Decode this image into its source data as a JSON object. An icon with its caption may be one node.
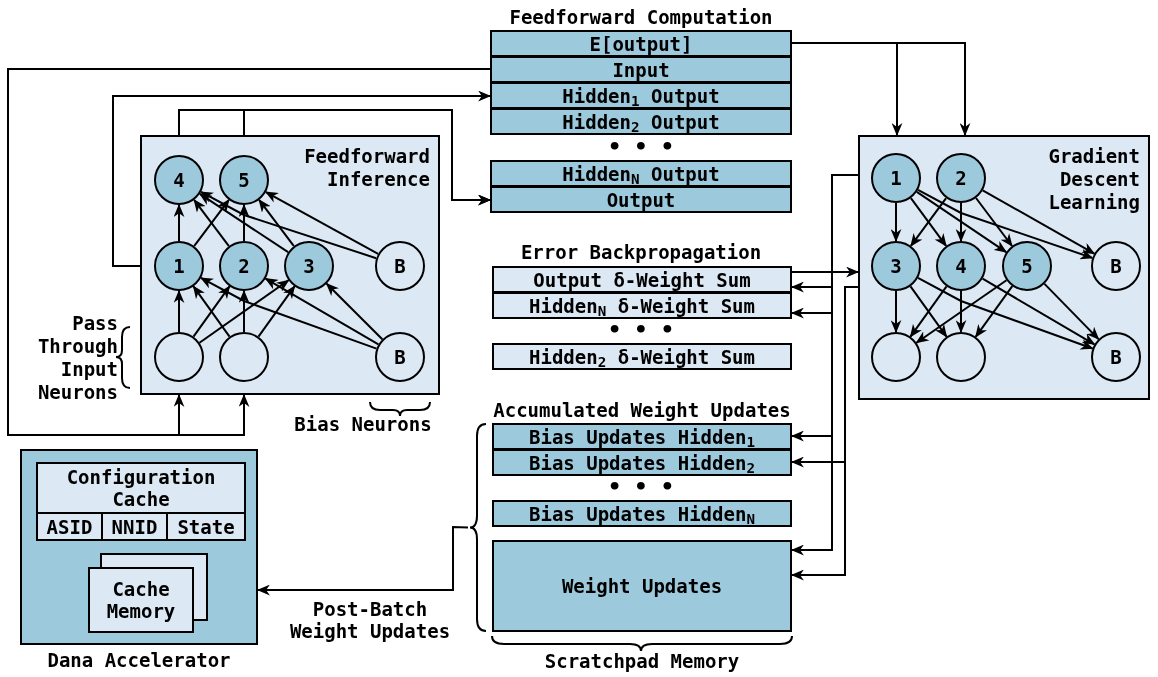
{
  "diagram": {
    "nodes": [
      {
        "text": [
          "Feedforward Inference"
        ]
      },
      {
        "text": [
          "4"
        ],
        "in": 0
      },
      {
        "text": [
          "5"
        ],
        "in": 0
      },
      {
        "text": [
          "1"
        ],
        "in": 0
      },
      {
        "text": [
          "2"
        ],
        "in": 0
      },
      {
        "text": [
          "3"
        ],
        "in": 0
      },
      {
        "text": [
          "B"
        ],
        "in": 0
      },
      {
        "text": [],
        "shape": "circle",
        "in": 0
      },
      {
        "text": [],
        "shape": "circle",
        "in": 0
      },
      {
        "text": [
          "B"
        ],
        "in": 0
      },
      {
        "text": [
          "E[output]"
        ]
      },
      {
        "text": [
          "Input"
        ]
      },
      {
        "text": [
          "Hidden$_{1}$ Output"
        ]
      },
      {
        "text": [
          "Hidden$_{2}$ Output"
        ]
      },
      {
        "text": [
          "Hidden$_{N}$ Output"
        ]
      },
      {
        "text": [
          "Output"
        ]
      },
      {
        "text": [
          "Gradient Descent Learning"
        ]
      },
      {
        "text": [
          "1"
        ],
        "in": 16
      },
      {
        "text": [
          "2"
        ],
        "in": 16
      },
      {
        "text": [
          "3"
        ],
        "in": 16
      },
      {
        "text": [
          "4"
        ],
        "in": 16
      },
      {
        "text": [
          "5"
        ],
        "in": 16
      },
      {
        "text": [
          "B"
        ],
        "in": 16
      },
      {
        "text": [],
        "shape": "circle",
        "in": 16
      },
      {
        "text": [],
        "shape": "circle",
        "in": 16
      },
      {
        "text": [
          "B"
        ],
        "in": 16
      },
      {
        "text": [
          "Output δ-Weight Sum"
        ]
      },
      {
        "text": [
          "Hidden$_{N}$ δ-Weight Sum"
        ]
      },
      {
        "text": [
          "Hidden$_{2}$ δ-Weight Sum"
        ]
      },
      {
        "text": [
          "Bias Updates Hidden$_{1}$"
        ]
      },
      {
        "text": [
          "Bias Updates Hidden$_{2}$"
        ]
      },
      {
        "text": [
          "Bias Updates Hidden$_{N}$"
        ]
      },
      {
        "text": [
          "Weight Updates"
        ]
      },
      {
        "text": [
          "Dana Accelerator"
        ]
      },
      {
        "text": [
          "Configuration Cache"
        ],
        "in": 33
      },
      {
        "text": [
          "ASID"
        ],
        "in": 33
      },
      {
        "text": [
          "NNID"
        ],
        "in": 33
      },
      {
        "text": [
          "State"
        ],
        "in": 33
      },
      {
        "text": [
          "Cache Memory"
        ],
        "in": 33
      },
      {
        "text": [],
        "shape": "bracket"
      }
    ],
    "edges": [
      {
        "from": 0,
        "to": 12,
        "arrow": "to"
      },
      {
        "from": 0,
        "to": 15,
        "arrow": "to"
      },
      {
        "from": 0,
        "to": 15,
        "arrow": "to"
      },
      {
        "from": 11,
        "to": 0,
        "arrow": "to"
      },
      {
        "from": 11,
        "to": 0,
        "arrow": "to"
      },
      {
        "from": 10,
        "to": 16,
        "arrow": "to"
      },
      {
        "from": 10,
        "to": 16,
        "arrow": "to"
      },
      {
        "from": 26,
        "to": 16,
        "arrow": "to"
      },
      {
        "from": 16,
        "to": 26,
        "arrow": "to"
      },
      {
        "from": 16,
        "to": 27,
        "arrow": "to"
      },
      {
        "from": 16,
        "to": 29,
        "arrow": "to"
      },
      {
        "from": 16,
        "to": 30,
        "arrow": "to"
      },
      {
        "from": 16,
        "to": 32,
        "arrow": "to"
      },
      {
        "from": 16,
        "to": 32,
        "arrow": "to"
      },
      {
        "from": 39,
        "to": 33,
        "arrow": "to",
        "label": "Post-Batch Weight Updates"
      },
      {
        "from": 3,
        "to": 1,
        "arrow": "to"
      },
      {
        "from": 3,
        "to": 2,
        "arrow": "to"
      },
      {
        "from": 4,
        "to": 1,
        "arrow": "to"
      },
      {
        "from": 4,
        "to": 2,
        "arrow": "to"
      },
      {
        "from": 5,
        "to": 1,
        "arrow": "to"
      },
      {
        "from": 5,
        "to": 2,
        "arrow": "to"
      },
      {
        "from": 6,
        "to": 1,
        "arrow": "to"
      },
      {
        "from": 6,
        "to": 2,
        "arrow": "to"
      },
      {
        "from": 7,
        "to": 3,
        "arrow": "to"
      },
      {
        "from": 7,
        "to": 4,
        "arrow": "to"
      },
      {
        "from": 7,
        "to": 5,
        "arrow": "to"
      },
      {
        "from": 8,
        "to": 3,
        "arrow": "to"
      },
      {
        "from": 8,
        "to": 4,
        "arrow": "to"
      },
      {
        "from": 8,
        "to": 5,
        "arrow": "to"
      },
      {
        "from": 9,
        "to": 3,
        "arrow": "to"
      },
      {
        "from": 9,
        "to": 4,
        "arrow": "to"
      },
      {
        "from": 9,
        "to": 5,
        "arrow": "to"
      },
      {
        "from": 17,
        "to": 19,
        "arrow": "to"
      },
      {
        "from": 17,
        "to": 20,
        "arrow": "to"
      },
      {
        "from": 17,
        "to": 21,
        "arrow": "to"
      },
      {
        "from": 17,
        "to": 22,
        "arrow": "to"
      },
      {
        "from": 18,
        "to": 19,
        "arrow": "to"
      },
      {
        "from": 18,
        "to": 20,
        "arrow": "to"
      },
      {
        "from": 18,
        "to": 21,
        "arrow": "to"
      },
      {
        "from": 18,
        "to": 22,
        "arrow": "to"
      },
      {
        "from": 19,
        "to": 23,
        "arrow": "to"
      },
      {
        "from": 19,
        "to": 24,
        "arrow": "to"
      },
      {
        "from": 19,
        "to": 25,
        "arrow": "to"
      },
      {
        "from": 20,
        "to": 23,
        "arrow": "to"
      },
      {
        "from": 20,
        "to": 24,
        "arrow": "to"
      },
      {
        "from": 20,
        "to": 25,
        "arrow": "to"
      },
      {
        "from": 21,
        "to": 23,
        "arrow": "to"
      },
      {
        "from": 21,
        "to": 24,
        "arrow": "to"
      },
      {
        "from": 21,
        "to": 25,
        "arrow": "to"
      }
    ],
    "labels": [
      "Feedforward Computation",
      "• • •",
      "Error Backpropagation",
      "• • •",
      "Accumulated Weight Updates",
      "• • •",
      "Pass Through Input Neurons",
      "Bias Neurons",
      "Scratchpad Memory"
    ]
  }
}
